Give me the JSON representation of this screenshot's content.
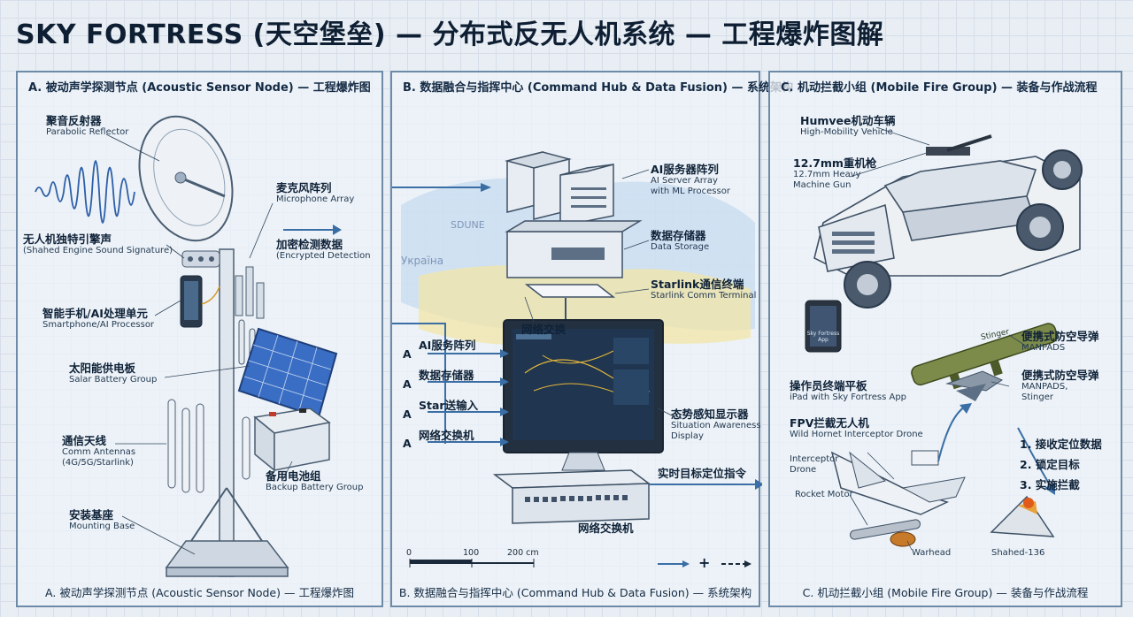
{
  "title": "SKY FORTRESS (天空堡垒) — 分布式反无人机系统 — 工程爆炸图解",
  "colors": {
    "panel_border": "#6d8aa8",
    "arrow": "#3a6ea5",
    "map_blue": "#9ec2e6",
    "map_yellow": "#f2e49a",
    "monitor_screen": "#1f3550"
  },
  "panel_a": {
    "header": "A. 被动声学探测节点 (Acoustic Sensor Node) — 工程爆炸图",
    "footer": "A. 被动声学探测节点 (Acoustic Sensor Node) — 工程爆炸图",
    "labels": {
      "reflector_zh": "聚音反射器",
      "reflector_en": "Parabolic Reflector",
      "mic_zh": "麦克风阵列",
      "mic_en": "Microphone Array",
      "engine_zh": "无人机独特引擎声",
      "engine_en": "(Shahed Engine Sound Signature)",
      "encrypted_zh": "加密检测数据",
      "encrypted_en": "(Encrypted Detection",
      "phone_zh": "智能手机/AI处理单元",
      "phone_en": "Smartphone/AI Processor",
      "solar_zh": "太阳能供电板",
      "solar_en": "Salar Battery Group",
      "antenna_zh": "通信天线",
      "antenna_en1": "Comm Antennas",
      "antenna_en2": "(4G/5G/Starlink)",
      "battery_zh": "备用电池组",
      "battery_en": "Backup Battery Group",
      "base_zh": "安装基座",
      "base_en": "Mounting Base"
    }
  },
  "panel_b": {
    "header": "B. 数据融合与指挥中心 (Command Hub & Data Fusion) — 系统架构",
    "footer": "B. 数据融合与指挥中心 (Command Hub & Data Fusion) — 系统架构",
    "map_text_1": "SDUNE",
    "map_text_2": "Україна",
    "labels": {
      "server_zh": "AI服务器阵列",
      "server_en1": "AI Server Array",
      "server_en2": "with ML Processor",
      "storage_zh": "数据存储器",
      "storage_en": "Data Storage",
      "starlink_zh": "Starlink通信终端",
      "starlink_en": "Starlink Comm Terminal",
      "switch_top": "网络交换",
      "display_zh": "态势感知显示器",
      "display_en1": "Situation Awareness",
      "display_en2": "Display",
      "realtime": "实时目标定位指令",
      "switch_bottom": "网络交换机"
    },
    "inputs": [
      {
        "letter": "A",
        "label": "AI服务阵列"
      },
      {
        "letter": "A",
        "label": "数据存储器"
      },
      {
        "letter": "A",
        "label": "Star送输入"
      },
      {
        "letter": "A",
        "label": "网络交换机"
      }
    ],
    "scale": {
      "s0": "0",
      "s1": "100",
      "s2": "200 cm"
    },
    "legend": {
      "plus": "+"
    }
  },
  "panel_c": {
    "header": "C. 机动拦截小组 (Mobile Fire Group) — 装备与作战流程",
    "footer": "C. 机动拦截小组 (Mobile Fire Group) — 装备与作战流程",
    "labels": {
      "humvee_zh": "Humvee机动车辆",
      "humvee_en": "High-Mobility Vehicle",
      "mg_zh": "12.7mm重机枪",
      "mg_en1": "12.7mm Heavy",
      "mg_en2": "Machine Gun",
      "manpads1_zh": "便携式防空导弹",
      "manpads1_en": "MANPADS",
      "manpads2_zh": "便携式防空导弹",
      "manpads2_en1": "MANPADS,",
      "manpads2_en2": "Stinger",
      "tablet_zh": "操作员终端平板",
      "tablet_en": "iPad with Sky Fortress App",
      "fpv_zh": "FPV拦截无人机",
      "fpv_en": "Wild Hornet Interceptor Drone",
      "interceptor": "Interceptor",
      "interceptor2": "Drone",
      "rocket": "Rocket Motor",
      "warhead": "Warhead",
      "shahed": "Shahed-136",
      "stinger_stencil": "Stinger",
      "tablet_screen": "Sky Fortress App"
    },
    "steps": [
      "1. 接收定位数据",
      "2. 锁定目标",
      "3. 实施拦截"
    ]
  }
}
